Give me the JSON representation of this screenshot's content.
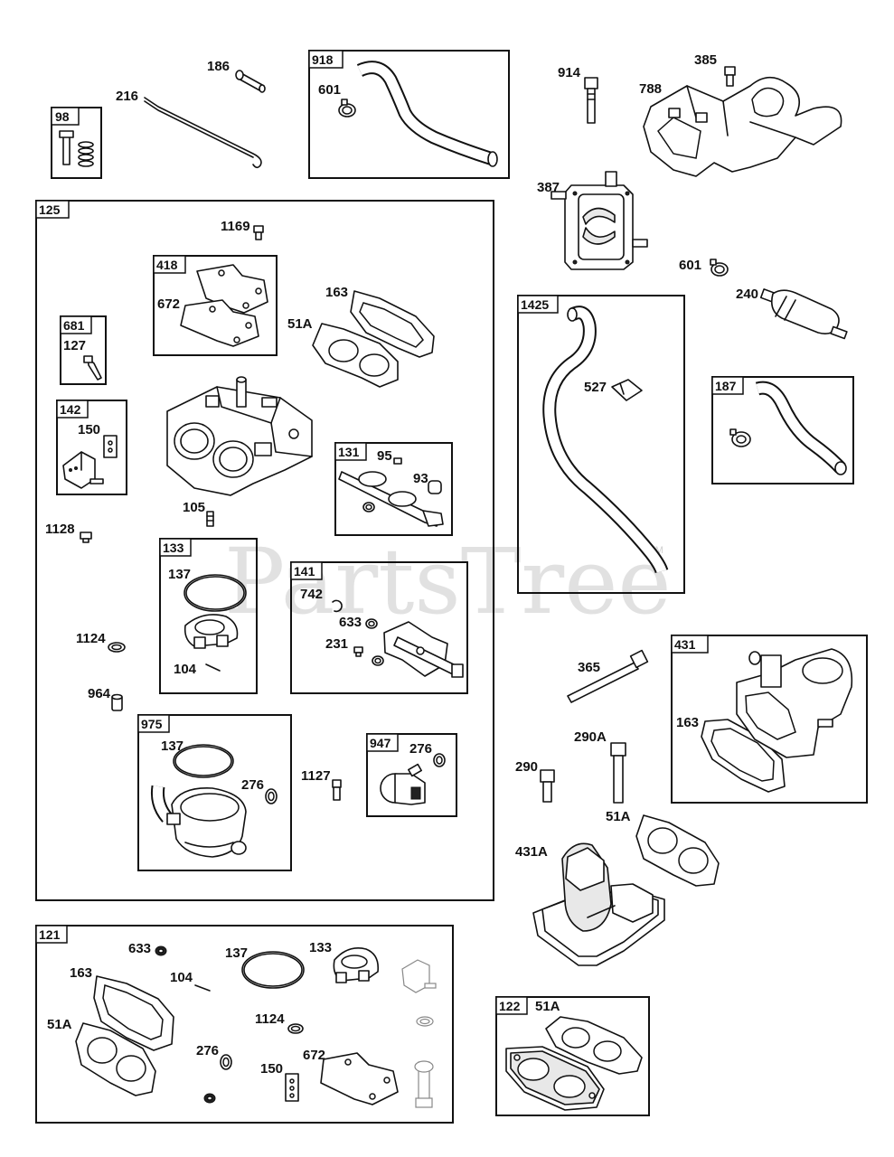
{
  "watermark": {
    "text": "PartsTree",
    "trademark": "TM"
  },
  "boxes": {
    "b98": "98",
    "b918": "918",
    "b125": "125",
    "b418": "418",
    "b681": "681",
    "b142": "142",
    "b131": "131",
    "b133": "133",
    "b141": "141",
    "b975": "975",
    "b947": "947",
    "b1425": "1425",
    "b187": "187",
    "b431": "431",
    "b121": "121",
    "b122": "122"
  },
  "labels": {
    "l186": "186",
    "l216": "216",
    "l601a": "601",
    "l914": "914",
    "l385": "385",
    "l788": "788",
    "l387": "387",
    "l601b": "601",
    "l240": "240",
    "l1169": "1169",
    "l672a": "672",
    "l163a": "163",
    "l51Aa": "51A",
    "l127": "127",
    "l150a": "150",
    "l95": "95",
    "l93": "93",
    "l105": "105",
    "l1128": "1128",
    "l137a": "137",
    "l104a": "104",
    "l742": "742",
    "l633a": "633",
    "l231": "231",
    "l1124a": "1124",
    "l964": "964",
    "l137b": "137",
    "l276a": "276",
    "l1127": "1127",
    "l276b": "276",
    "l527": "527",
    "l365": "365",
    "l163b": "163",
    "l290A": "290A",
    "l290": "290",
    "l51Ab": "51A",
    "l431A": "431A",
    "l633b": "633",
    "l163c": "163",
    "l104b": "104",
    "l137c": "137",
    "l133": "133",
    "l51Ac": "51A",
    "l1124b": "1124",
    "l276c": "276",
    "l150b": "150",
    "l672b": "672",
    "l51Ad": "51A"
  }
}
